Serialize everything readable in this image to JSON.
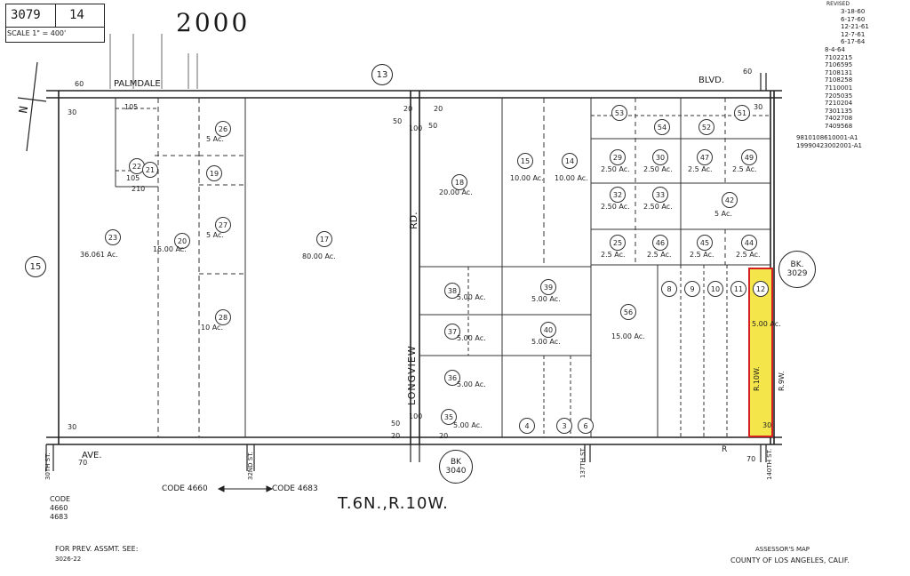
{
  "header": {
    "book_number": "3079",
    "page_number": "14",
    "scale_label": "SCALE 1\" = 400'",
    "year": "2000"
  },
  "revisions": {
    "label": "REVISED",
    "entries": [
      "3-18-60",
      "6-17-60",
      "12-21-61",
      "12-7-61",
      "6-17-64",
      "8-4-64",
      "7102215",
      "7106595",
      "7108131",
      "7108258",
      "7110001",
      "7205035",
      "7210204",
      "7301135",
      "7402708",
      "7409568"
    ],
    "codes": [
      "9810108610001-A1",
      "19990423002001-A1"
    ]
  },
  "streets": {
    "palmdale": "PALMDALE",
    "blvd": "BLVD.",
    "ave": "AVE.",
    "r": "R",
    "longview": "LONGVIEW",
    "rd": "RD."
  },
  "street_badges": {
    "top": "13",
    "left": "15",
    "bk_right": "BK.",
    "bk_right_num": "3029",
    "bk_bottom": "BK",
    "bk_bottom_num": "3040"
  },
  "range_labels": {
    "r10w": "R.10W.",
    "r9w": "R.9W.",
    "township": "T.6N.,R.10W."
  },
  "codes": {
    "code_4660": "CODE 4660",
    "code_4683": "CODE 4683",
    "legend_title": "CODE",
    "legend_1": "4660",
    "legend_2": "4683"
  },
  "footer": {
    "prev_label": "FOR PREV. ASSMT. SEE:",
    "prev_ref": "3026-22",
    "assessor": "ASSESSOR'S MAP",
    "county": "COUNTY OF LOS ANGELES, CALIF."
  },
  "dimensions": {
    "d60a": "60",
    "d30a": "30",
    "d30b": "30",
    "d20a": "20",
    "d20b": "20",
    "d50a": "50",
    "d50b": "50",
    "d100a": "100",
    "d100b": "100",
    "d60b": "60",
    "d30c": "30",
    "d70a": "70",
    "d70b": "70",
    "d30d": "30",
    "d50c": "50",
    "d20c": "20",
    "d20d": "20",
    "d105a": "105",
    "d105b": "105",
    "d210": "210",
    "st30": "30TH ST.",
    "st32": "32ND ST.",
    "st137": "137TH ST.",
    "st140": "140TH ST."
  },
  "parcels": [
    {
      "num": "23",
      "acre": "36.061 Ac."
    },
    {
      "num": "20",
      "acre": "15.00 Ac."
    },
    {
      "num": "26",
      "acre": "5 Ac."
    },
    {
      "num": "22",
      "acre": ""
    },
    {
      "num": "21",
      "acre": ""
    },
    {
      "num": "19",
      "acre": ""
    },
    {
      "num": "27",
      "acre": "5 Ac."
    },
    {
      "num": "28",
      "acre": "10 Ac."
    },
    {
      "num": "17",
      "acre": "80.00 Ac."
    },
    {
      "num": "18",
      "acre": "20.00 Ac."
    },
    {
      "num": "15",
      "acre": "10.00 Ac."
    },
    {
      "num": "14",
      "acre": "10.00 Ac."
    },
    {
      "num": "53",
      "acre": ""
    },
    {
      "num": "54",
      "acre": ""
    },
    {
      "num": "52",
      "acre": ""
    },
    {
      "num": "51",
      "acre": ""
    },
    {
      "num": "29",
      "acre": "2.50 Ac."
    },
    {
      "num": "30",
      "acre": "2.50 Ac."
    },
    {
      "num": "47",
      "acre": "2.5 Ac."
    },
    {
      "num": "49",
      "acre": "2.5 Ac."
    },
    {
      "num": "32",
      "acre": "2.50 Ac."
    },
    {
      "num": "33",
      "acre": "2.50 Ac."
    },
    {
      "num": "42",
      "acre": "5 Ac."
    },
    {
      "num": "25",
      "acre": "2.5 Ac."
    },
    {
      "num": "46",
      "acre": "2.5 Ac."
    },
    {
      "num": "45",
      "acre": "2.5 Ac."
    },
    {
      "num": "44",
      "acre": "2.5 Ac."
    },
    {
      "num": "38",
      "acre": "5.00 Ac."
    },
    {
      "num": "39",
      "acre": "5.00 Ac."
    },
    {
      "num": "37",
      "acre": "5.00 Ac."
    },
    {
      "num": "40",
      "acre": "5.00 Ac."
    },
    {
      "num": "36",
      "acre": "5.00 Ac."
    },
    {
      "num": "35",
      "acre": "5.00 Ac."
    },
    {
      "num": "4",
      "acre": ""
    },
    {
      "num": "3",
      "acre": ""
    },
    {
      "num": "6",
      "acre": ""
    },
    {
      "num": "56",
      "acre": "15.00 Ac."
    },
    {
      "num": "8",
      "acre": ""
    },
    {
      "num": "9",
      "acre": ""
    },
    {
      "num": "10",
      "acre": ""
    },
    {
      "num": "11",
      "acre": ""
    },
    {
      "num": "12",
      "acre": "5.00 Ac."
    }
  ],
  "colors": {
    "highlight_fill": "#f4e64a",
    "highlight_border": "#d42020",
    "ink": "#1a1a1a"
  }
}
